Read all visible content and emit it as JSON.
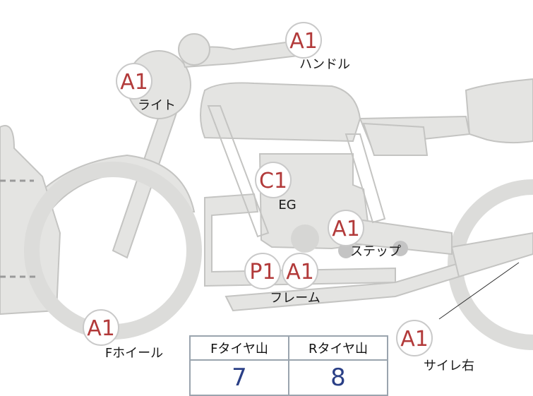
{
  "parts": [
    {
      "code": "A1",
      "label": "ハンドル"
    },
    {
      "code": "A1",
      "label": "ライト"
    },
    {
      "code": "C1",
      "label": "EG"
    },
    {
      "code": "A1",
      "label": "ステップ"
    },
    {
      "code": "P1",
      "label": ""
    },
    {
      "code": "A1",
      "label": "フレーム"
    },
    {
      "code": "A1",
      "label": "Fホイール"
    },
    {
      "code": "A1",
      "label": "サイレ右"
    }
  ],
  "tire_table": {
    "headers": [
      "Fタイヤ山",
      "Rタイヤ山"
    ],
    "values": [
      "7",
      "8"
    ]
  }
}
